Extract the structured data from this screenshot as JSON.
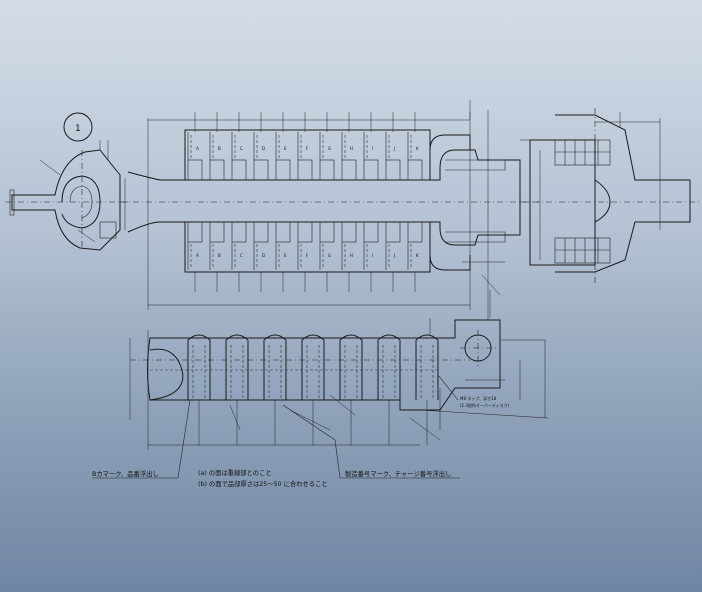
{
  "view_number": "1",
  "upper_fin_letters": [
    "A",
    "B",
    "C",
    "D",
    "E",
    "F",
    "G",
    "H",
    "I",
    "J",
    "K"
  ],
  "lower_fin_letters": [
    "A",
    "B",
    "C",
    "D",
    "E",
    "F",
    "G",
    "H",
    "I",
    "J",
    "K"
  ],
  "notes": {
    "left_callout": "Bカマーク、品番浮出し",
    "note_a": "(a) の面は重線部とのこと",
    "note_b": "(b) の面で品部厚さは25～50 に合わせること",
    "right_callout": "製造番号マーク、チャージ番号浮出し",
    "tap_note_1": "M8 タップ、深さ18",
    "tap_note_2": "(2.3個所オーバーディスク)"
  }
}
